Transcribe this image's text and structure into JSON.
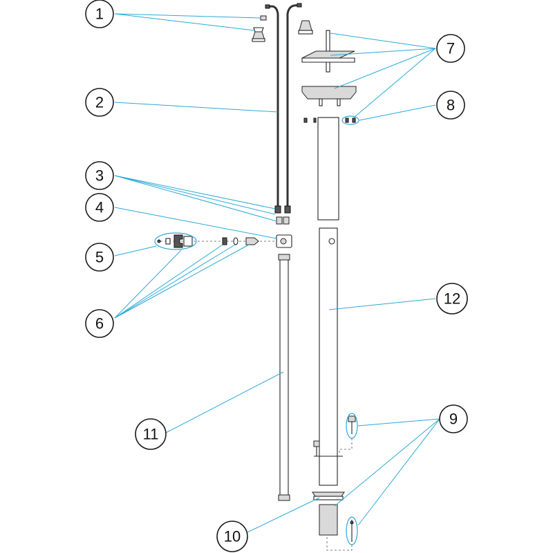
{
  "callouts": {
    "c1": {
      "label": "1"
    },
    "c2": {
      "label": "2"
    },
    "c3": {
      "label": "3"
    },
    "c4": {
      "label": "4"
    },
    "c5": {
      "label": "5"
    },
    "c6": {
      "label": "6"
    },
    "c7": {
      "label": "7"
    },
    "c8": {
      "label": "8"
    },
    "c9": {
      "label": "9"
    },
    "c10": {
      "label": "10"
    },
    "c11": {
      "label": "11"
    },
    "c12": {
      "label": "12"
    }
  },
  "colors": {
    "leader": "#2aa8d8",
    "outline": "#222222",
    "hose": "#333333"
  }
}
